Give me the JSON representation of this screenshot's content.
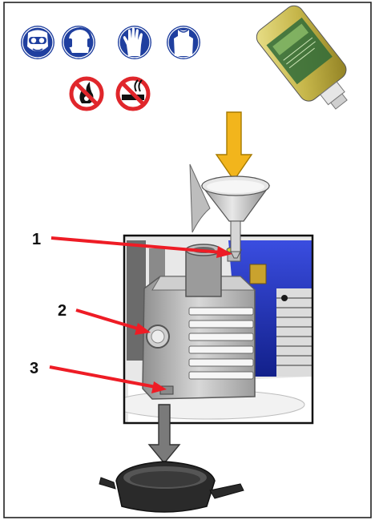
{
  "diagram": {
    "ppe_icons": [
      {
        "name": "safety-goggles-icon"
      },
      {
        "name": "hearing-protection-icon"
      },
      {
        "name": "protective-gloves-icon"
      },
      {
        "name": "protective-apron-icon"
      }
    ],
    "prohibition_icons": [
      {
        "name": "no-open-flame-icon"
      },
      {
        "name": "no-smoking-icon"
      }
    ],
    "callouts": [
      {
        "label": "1",
        "target": "oil-fill-port"
      },
      {
        "label": "2",
        "target": "sight-glass"
      },
      {
        "label": "3",
        "target": "drain-plug"
      }
    ],
    "colors": {
      "mandatory_blue": "#1f3f9f",
      "prohibition_red": "#e0262b",
      "fill_arrow": "#f2b51c",
      "callout_red": "#ee1c25",
      "drain_arrow": "#7a7a7a",
      "motor_blue": "#2233cc"
    }
  }
}
